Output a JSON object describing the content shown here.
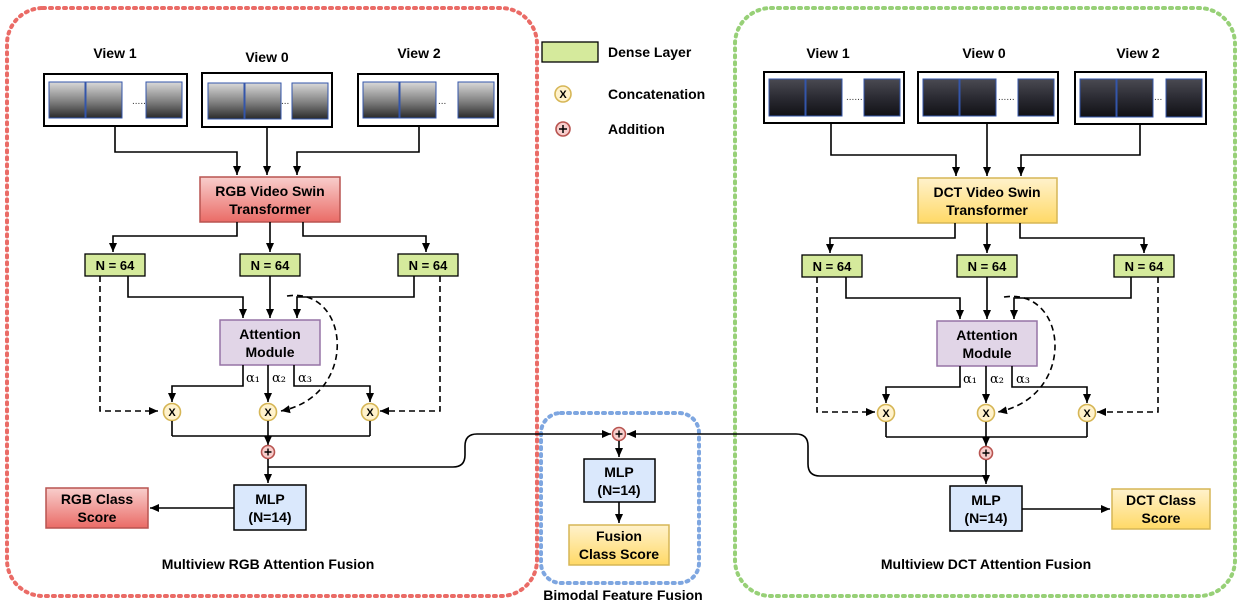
{
  "legend": {
    "dense_layer": "Dense Layer",
    "concatenation": "Concatenation",
    "addition": "Addition",
    "concat_symbol": "X",
    "dense_color": "#d5ea9c",
    "concat_color": "#fff2cc",
    "addition_color": "#f8cecc"
  },
  "rgb_branch": {
    "title": "Multiview RGB Attention Fusion",
    "view_left": "View 1",
    "view_center": "View 0",
    "view_right": "View 2",
    "transformer_line1": "RGB Video Swin",
    "transformer_line2": "Transformer",
    "dense_left": "N = 64",
    "dense_center": "N = 64",
    "dense_right": "N = 64",
    "attention_line1": "Attention",
    "attention_line2": "Module",
    "alpha1": "α₁",
    "alpha2": "α₂",
    "alpha3": "α₃",
    "concat_symbol": "X",
    "mlp_line1": "MLP",
    "mlp_line2": "(N=14)",
    "score_line1": "RGB Class",
    "score_line2": "Score",
    "border_color": "#ea6b66",
    "transformer_fill": "#f8cecc"
  },
  "dct_branch": {
    "title": "Multiview DCT Attention Fusion",
    "view_left": "View 1",
    "view_center": "View 0",
    "view_right": "View 2",
    "transformer_line1": "DCT Video Swin",
    "transformer_line2": "Transformer",
    "dense_left": "N = 64",
    "dense_center": "N = 64",
    "dense_right": "N = 64",
    "attention_line1": "Attention",
    "attention_line2": "Module",
    "alpha1": "α₁",
    "alpha2": "α₂",
    "alpha3": "α₃",
    "concat_symbol": "X",
    "mlp_line1": "MLP",
    "mlp_line2": "(N=14)",
    "score_line1": "DCT Class",
    "score_line2": "Score",
    "border_color": "#97d077",
    "transformer_fill": "#fff2cc"
  },
  "fusion": {
    "title": "Bimodal Feature Fusion",
    "mlp_line1": "MLP",
    "mlp_line2": "(N=14)",
    "score_line1": "Fusion",
    "score_line2": "Class Score",
    "border_color": "#7ea6e0"
  }
}
